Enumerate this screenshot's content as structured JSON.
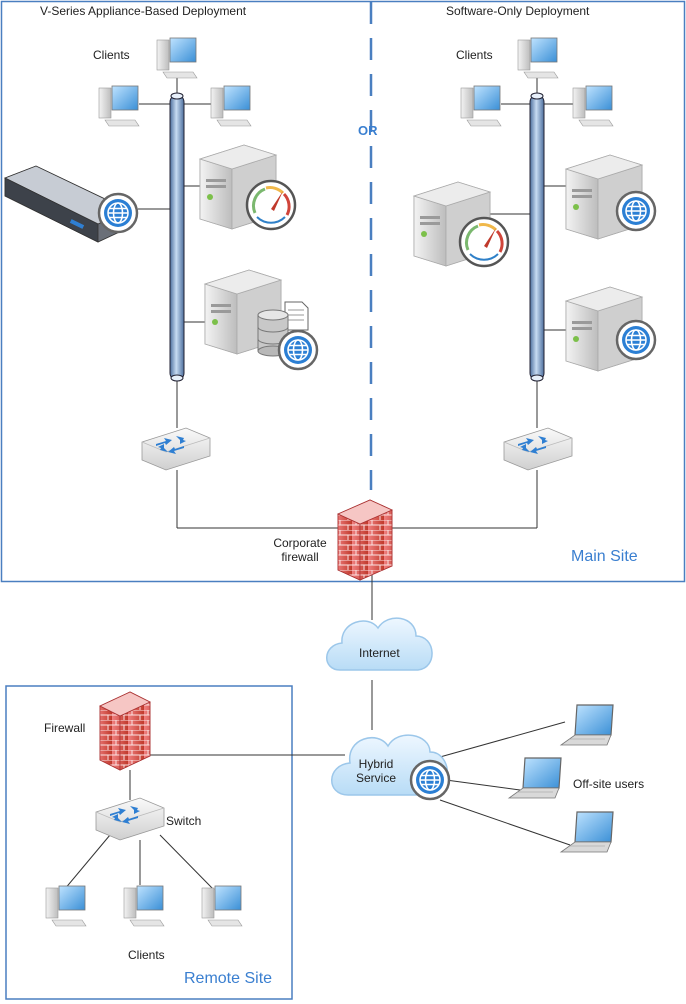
{
  "main_site": {
    "left_title": "V-Series Appliance-Based Deployment",
    "right_title": "Software-Only Deployment",
    "or_label": "OR",
    "left_clients": "Clients",
    "right_clients": "Clients",
    "firewall_label": "Corporate\nfirewall",
    "site_label": "Main Site"
  },
  "internet": {
    "label": "Internet"
  },
  "hybrid": {
    "label": "Hybrid\nService"
  },
  "offsite": {
    "label": "Off-site users"
  },
  "remote_site": {
    "firewall_label": "Firewall",
    "switch_label": "Switch",
    "clients_label": "Clients",
    "site_label": "Remote Site"
  },
  "colors": {
    "frame": "#4a7fc0",
    "accent_text": "#3a7fd0",
    "pipe": "#9bb8da",
    "brick": "#d9534f",
    "cloud": "#d6eafa"
  },
  "icons": [
    "desktop-computer-icon",
    "server-icon",
    "appliance-icon",
    "globe-badge-icon",
    "gauge-badge-icon",
    "database-icon",
    "document-icon",
    "switch-icon",
    "firewall-icon",
    "cloud-icon",
    "laptop-icon"
  ]
}
